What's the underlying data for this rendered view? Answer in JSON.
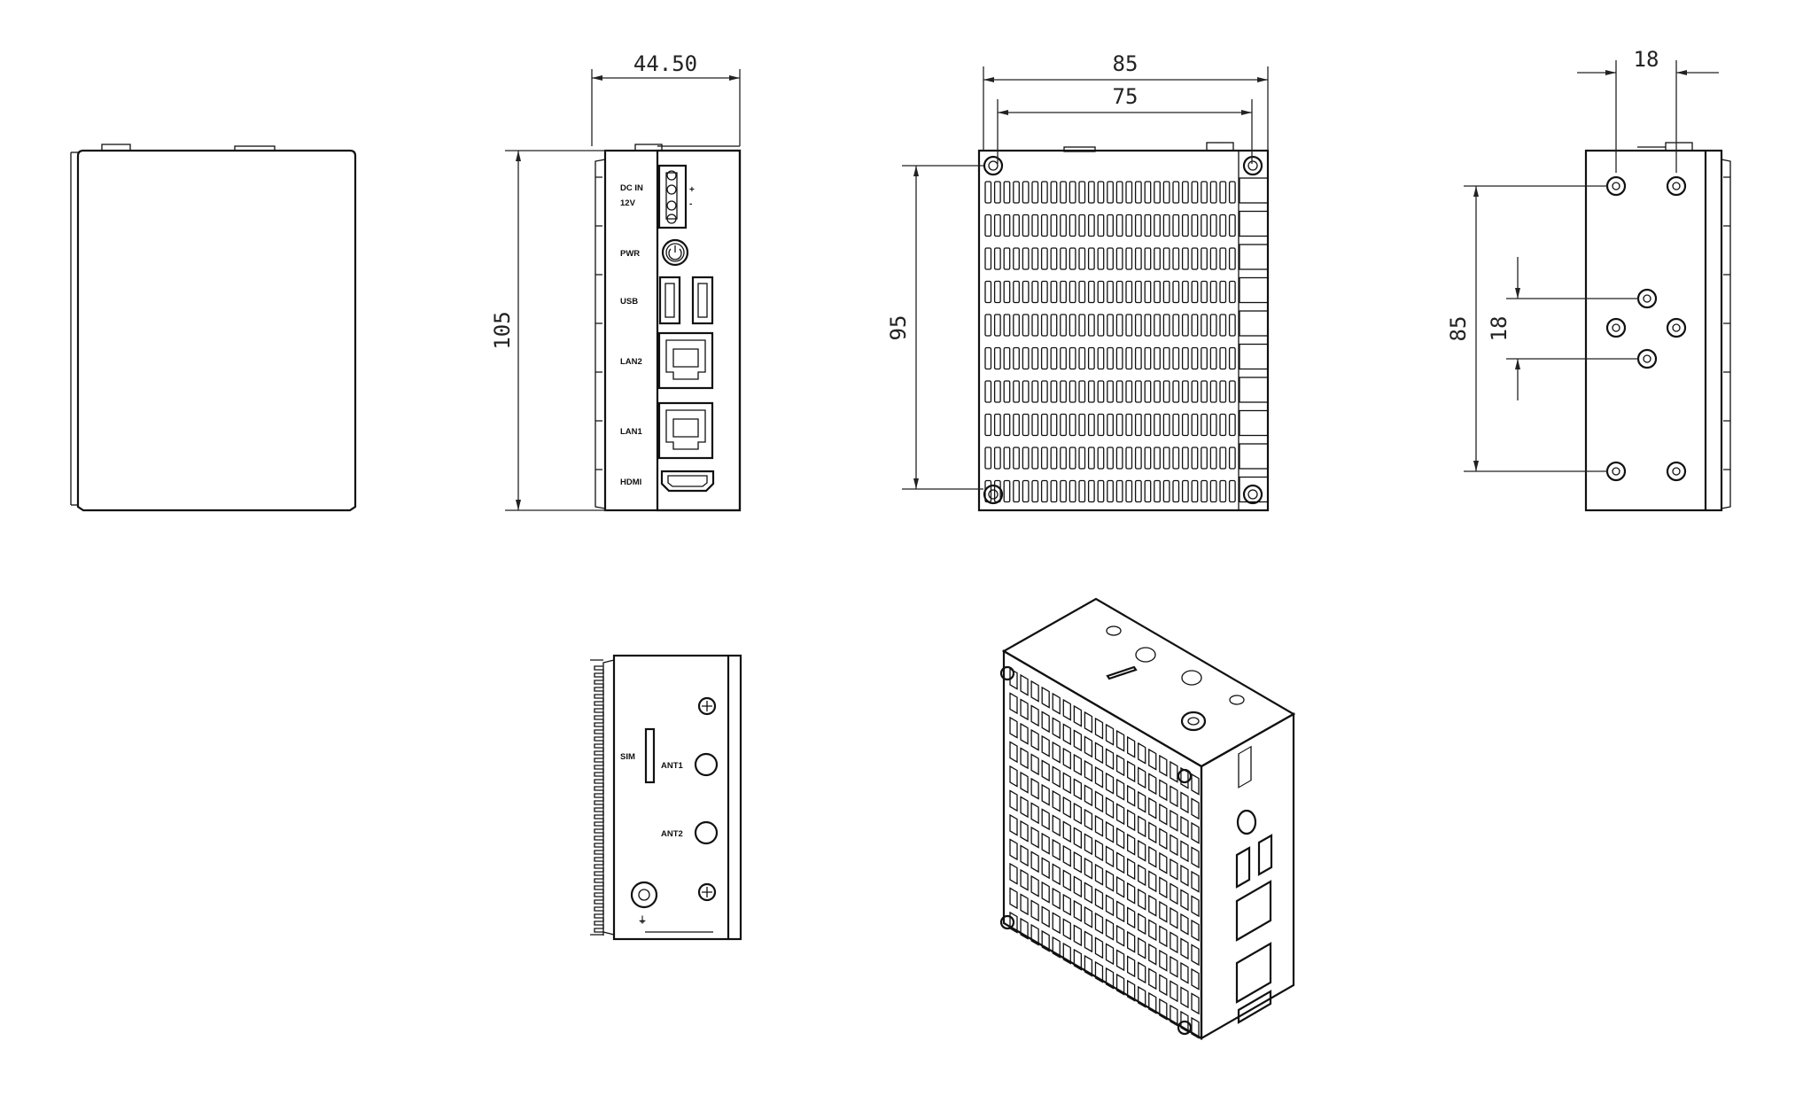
{
  "dimensions": {
    "side_width": "44.50",
    "side_height": "105",
    "bottom_width_outer": "85",
    "bottom_width_holes": "75",
    "bottom_height": "95",
    "rear_width": "18",
    "rear_height": "85",
    "rear_hole_pitch": "18"
  },
  "ports": {
    "dc_in": "DC IN",
    "voltage": "12V",
    "plus": "+",
    "minus": "-",
    "pwr": "PWR",
    "usb": "USB",
    "lan2": "LAN2",
    "lan1": "LAN1",
    "hdmi": "HDMI"
  },
  "top_panel": {
    "sim": "SIM",
    "ant1": "ANT1",
    "ant2": "ANT2",
    "ground_symbol": "⏚"
  },
  "colors": {
    "line": "#111111",
    "background": "#ffffff"
  }
}
